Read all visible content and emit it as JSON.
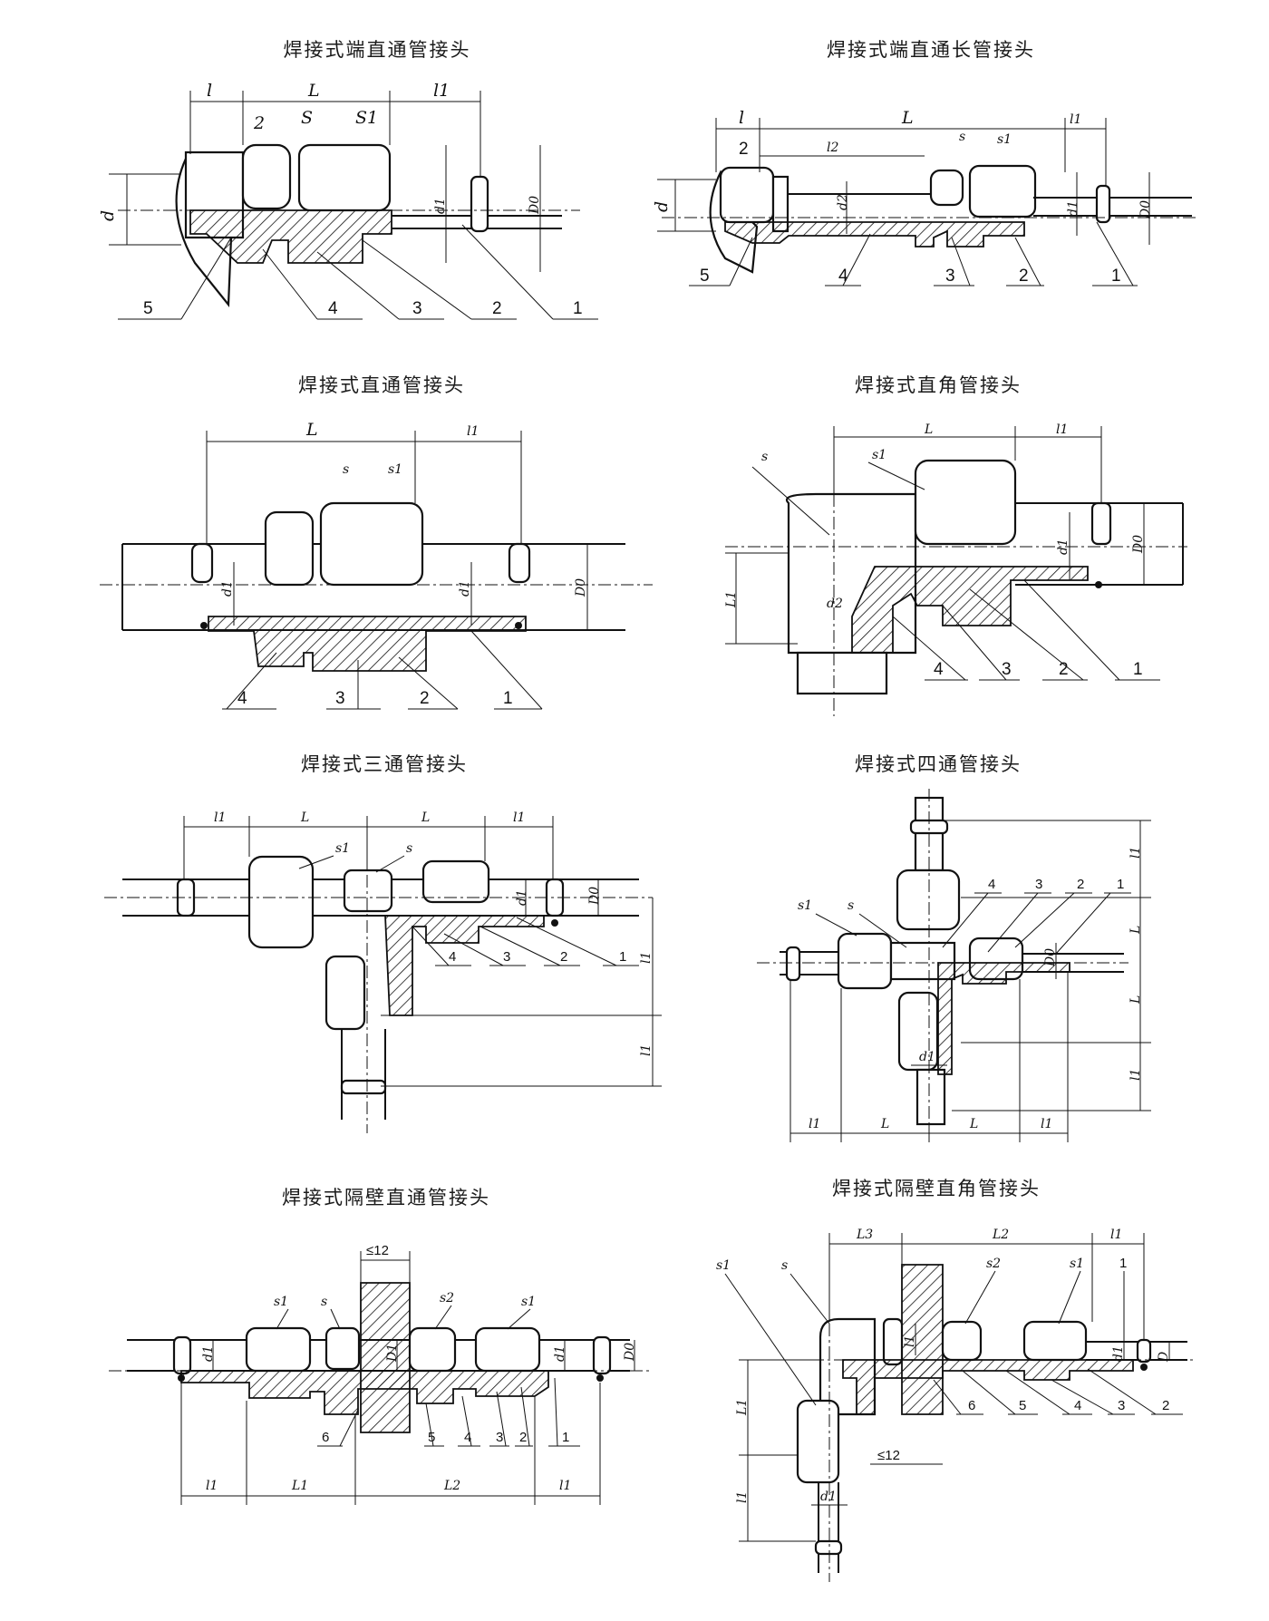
{
  "panels": [
    {
      "id": "p1",
      "title": "焊接式端直通管接头",
      "dims": [
        "l",
        "L",
        "l1",
        "2",
        "S",
        "S1",
        "d",
        "d1",
        "D0"
      ],
      "parts": [
        "5",
        "4",
        "3",
        "2",
        "1"
      ]
    },
    {
      "id": "p2",
      "title": "焊接式端直通长管接头",
      "dims": [
        "l",
        "L",
        "l1",
        "2",
        "l2",
        "s",
        "s1",
        "d",
        "d2",
        "d1",
        "D0"
      ],
      "parts": [
        "5",
        "4",
        "3",
        "2",
        "1"
      ]
    },
    {
      "id": "p3",
      "title": "焊接式直通管接头",
      "dims": [
        "L",
        "l1",
        "s",
        "s1",
        "d1",
        "d1",
        "D0"
      ],
      "parts": [
        "4",
        "3",
        "2",
        "1"
      ]
    },
    {
      "id": "p4",
      "title": "焊接式直角管接头",
      "dims": [
        "s",
        "s1",
        "L",
        "l1",
        "L1",
        "d2",
        "d1",
        "D0"
      ],
      "parts": [
        "4",
        "3",
        "2",
        "1"
      ]
    },
    {
      "id": "p5",
      "title": "焊接式三通管接头",
      "dims": [
        "l1",
        "L",
        "L",
        "l1",
        "s1",
        "s",
        "d1",
        "D0",
        "l1",
        "l1"
      ],
      "parts": [
        "4",
        "3",
        "2",
        "1"
      ]
    },
    {
      "id": "p6",
      "title": "焊接式四通管接头",
      "dims": [
        "s1",
        "s",
        "l1",
        "L",
        "L",
        "l1",
        "l1",
        "L",
        "L",
        "l1",
        "D0",
        "d1"
      ],
      "parts": [
        "4",
        "3",
        "2",
        "1"
      ]
    },
    {
      "id": "p7",
      "title": "焊接式隔壁直通管接头",
      "dims": [
        "≤12",
        "s1",
        "s",
        "s2",
        "s1",
        "d1",
        "D1",
        "d1",
        "D0",
        "l1",
        "L1",
        "L2",
        "l1"
      ],
      "parts": [
        "6",
        "5",
        "4",
        "3",
        "2",
        "1"
      ]
    },
    {
      "id": "p8",
      "title": "焊接式隔壁直角管接头",
      "dims": [
        "L3",
        "L2",
        "l1",
        "s1",
        "s",
        "s2",
        "s1",
        "1",
        "l1",
        "d1",
        "D",
        "L1",
        "l1",
        "d1",
        "≤12"
      ],
      "parts": [
        "6",
        "5",
        "4",
        "3",
        "2"
      ]
    }
  ]
}
